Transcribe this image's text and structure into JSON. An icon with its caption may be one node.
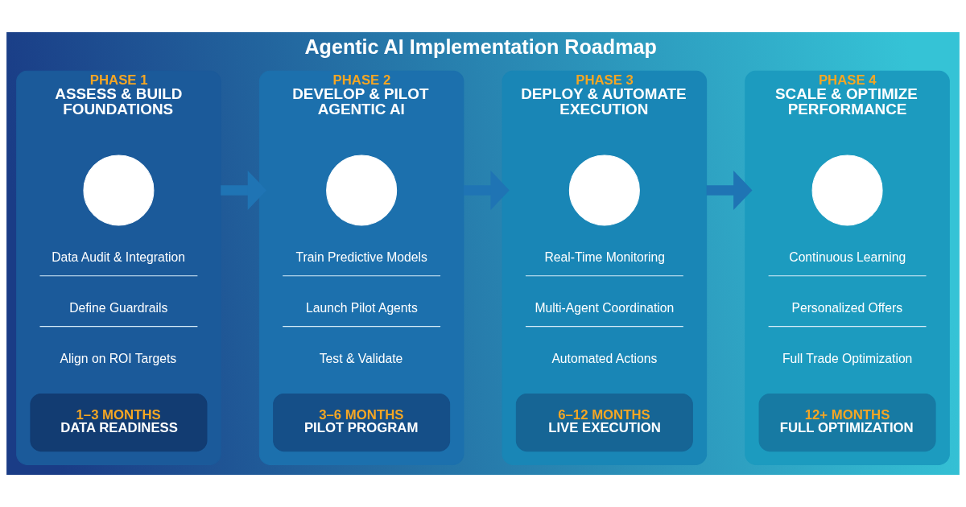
{
  "diagram": {
    "title": "Agentic AI Implementation Roadmap",
    "nodes": [
      {
        "text": [
          "PHASE 1",
          "ASSESS & BUILD FOUNDATIONS"
        ]
      },
      {
        "text": [],
        "shape": "circle",
        "in": 0
      },
      {
        "text": [
          "Data Audit & Integration"
        ],
        "in": 0
      },
      {
        "text": [
          "Define Guardrails"
        ],
        "in": 0
      },
      {
        "text": [
          "Align on ROI Targets"
        ],
        "in": 0
      },
      {
        "text": [
          "1–3 MONTHS",
          "DATA READINESS"
        ],
        "in": 0
      },
      {
        "text": [
          "PHASE 2",
          "DEVELOP & PILOT AGENTIC AI"
        ]
      },
      {
        "text": [],
        "shape": "circle",
        "in": 6
      },
      {
        "text": [
          "Train Predictive Models"
        ],
        "in": 6
      },
      {
        "text": [
          "Launch Pilot Agents"
        ],
        "in": 6
      },
      {
        "text": [
          "Test & Validate"
        ],
        "in": 6
      },
      {
        "text": [
          "3–6 MONTHS",
          "PILOT PROGRAM"
        ],
        "in": 6
      },
      {
        "text": [
          "PHASE 3",
          "DEPLOY & AUTOMATE EXECUTION"
        ]
      },
      {
        "text": [],
        "shape": "circle",
        "in": 12
      },
      {
        "text": [
          "Real-Time Monitoring"
        ],
        "in": 12
      },
      {
        "text": [
          "Multi-Agent Coordination"
        ],
        "in": 12
      },
      {
        "text": [
          "Automated Actions"
        ],
        "in": 12
      },
      {
        "text": [
          "6–12 MONTHS",
          "LIVE EXECUTION"
        ],
        "in": 12
      },
      {
        "text": [
          "PHASE 4",
          "SCALE & OPTIMIZE PERFORMANCE"
        ]
      },
      {
        "text": [],
        "shape": "circle",
        "in": 18
      },
      {
        "text": [
          "Continuous Learning"
        ],
        "in": 18
      },
      {
        "text": [
          "Personalized Offers"
        ],
        "in": 18
      },
      {
        "text": [
          "Full Trade Optimization"
        ],
        "in": 18
      },
      {
        "text": [
          "12+ MONTHS",
          "FULL OPTIMIZATION"
        ],
        "in": 18
      }
    ],
    "edges": [
      {
        "from": 0,
        "to": 6,
        "arrow": "to"
      },
      {
        "from": 6,
        "to": 12,
        "arrow": "to"
      },
      {
        "from": 12,
        "to": 18,
        "arrow": "to"
      }
    ]
  }
}
